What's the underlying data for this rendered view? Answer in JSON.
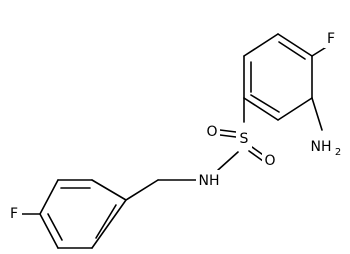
{
  "molecule": {
    "labels": {
      "fluorine_top": "F",
      "amino": "NH",
      "amino_subscript": "2",
      "oxygen_left": "O",
      "sulfur": "S",
      "oxygen_right": "O",
      "amide_nh": "NH",
      "fluorine_left": "F"
    },
    "colors": {
      "bond": "#000000",
      "text": "#000000",
      "background": "#ffffff"
    }
  }
}
